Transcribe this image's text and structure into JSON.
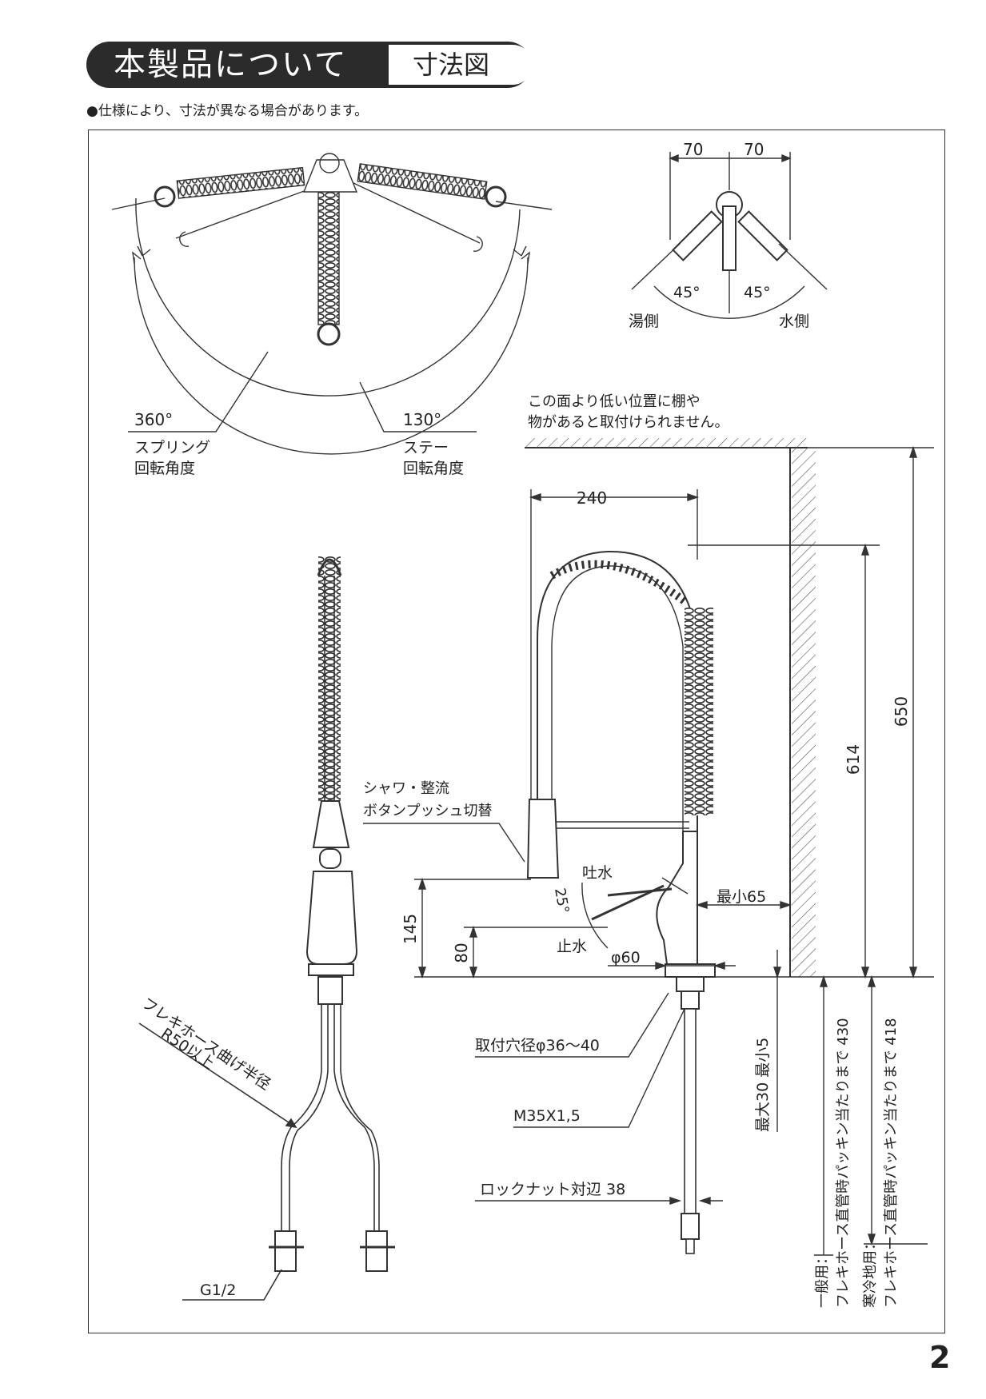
{
  "header": {
    "title": "本製品について",
    "tab": "寸法図"
  },
  "note": "●仕様により、寸法が異なる場合があります。",
  "top_view": {
    "spring_angle": "360°",
    "spring_label_1": "スプリング",
    "spring_label_2": "回転角度",
    "stay_angle": "130°",
    "stay_label_1": "ステー",
    "stay_label_2": "回転角度"
  },
  "lever_view": {
    "dim_left": "70",
    "dim_right": "70",
    "angle_left": "45°",
    "angle_right": "45°",
    "hot_side": "湯側",
    "cold_side": "水側"
  },
  "side_view": {
    "shelf_note_1": "この面より低い位置に棚や",
    "shelf_note_2": "物があると取付けられません。",
    "dim_240": "240",
    "dim_650": "650",
    "dim_614": "614",
    "dim_145": "145",
    "dim_80": "80",
    "spout_on": "吐水",
    "spout_off": "止水",
    "angle_25": "25°",
    "min_65": "最小65",
    "phi_60": "φ60",
    "button_label_1": "シャワ・整流",
    "button_label_2": "ボタンプッシュ切替",
    "mount_hole": "取付穴径φ36〜40",
    "thread": "M35X1,5",
    "counter_thickness": "最大30 最小5",
    "lock_nut": "ロックナット対辺 38",
    "hose_general_1": "一般用：",
    "hose_general_2": "フレキホース直管時パッキン当たりまで 430",
    "hose_cold_1": "寒冷地用：",
    "hose_cold_2": "フレキホース直管時パッキン当たりまで 418"
  },
  "front_view": {
    "hose_bend_1": "フレキホース曲げ半径",
    "hose_bend_2": "R50以上",
    "g_thread": "G1/2"
  },
  "page_number": "2"
}
